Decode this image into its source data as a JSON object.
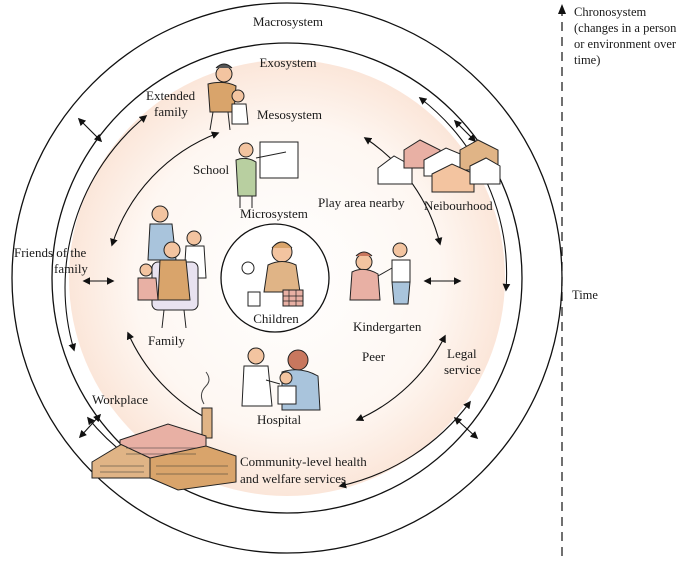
{
  "diagram": {
    "layers": {
      "macrosystem": "Macrosystem",
      "exosystem": "Exosystem",
      "mesosystem": "Mesosystem",
      "microsystem": "Microsystem",
      "center": "Children"
    },
    "nodes": {
      "extended_family": [
        "Extended",
        "family"
      ],
      "school": "School",
      "play_area": "Play area nearby",
      "neighbourhood": "Neibourhood",
      "friends_of_family": [
        "Friends of the",
        "family"
      ],
      "family": "Family",
      "kindergarten": "Kindergarten",
      "peer": "Peer",
      "legal_service": [
        "Legal",
        "service"
      ],
      "workplace": "Workplace",
      "hospital": "Hospital",
      "community": [
        "Community-level health",
        "and welfare services"
      ]
    },
    "timeline": {
      "chronosystem": [
        "Chronosystem",
        "(changes in a person",
        "or environment over",
        "time)"
      ],
      "time_label": "Time"
    },
    "colors": {
      "outer_ring": "#f7dccb",
      "middle_ring": "#fbe9de",
      "inner_glow": "#fdf3ec",
      "center": "#ffffff",
      "skin": "#f3c4a0",
      "shirt_tan": "#d9a46b",
      "shirt_green": "#b8cfa0",
      "shirt_blue": "#a9c4dc",
      "roof_pink": "#e8b0a4",
      "roof_tan": "#e0b486",
      "hair_red": "#c8775e"
    }
  }
}
